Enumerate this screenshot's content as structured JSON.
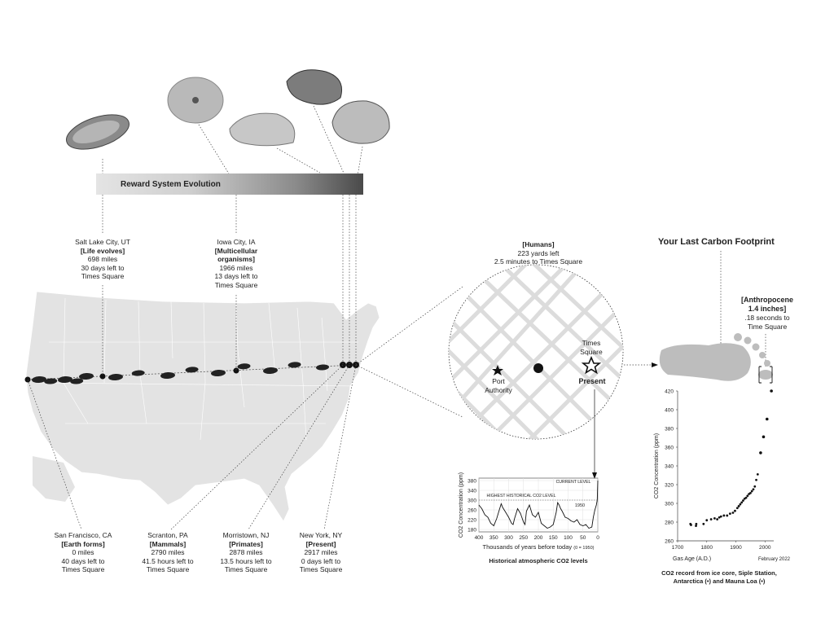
{
  "reward_bar": {
    "title": "Reward System Evolution"
  },
  "evolution_markers": [
    {
      "city": "Salt Lake City, UT",
      "stage": "[Life evolves]",
      "miles": "698 miles",
      "time": "30 days left to",
      "dest": "Times Square"
    },
    {
      "city": "Iowa City, IA",
      "stage": "[Multicellular organisms]",
      "miles": "1966 miles",
      "time": "13 days left to",
      "dest": "Times Square"
    },
    {
      "city": "San Francisco, CA",
      "stage": "[Earth forms]",
      "miles": "0 miles",
      "time": "40 days left to",
      "dest": "Times Square"
    },
    {
      "city": "Scranton, PA",
      "stage": "[Mammals]",
      "miles": "2790 miles",
      "time": "41.5 hours left to",
      "dest": "Times Square"
    },
    {
      "city": "Morristown, NJ",
      "stage": "[Primates]",
      "miles": "2878 miles",
      "time": "13.5 hours left to",
      "dest": "Times Square"
    },
    {
      "city": "New York, NY",
      "stage": "[Present]",
      "miles": "2917 miles",
      "time": "0 days left to",
      "dest": "Times Square"
    }
  ],
  "humans": {
    "stage": "[Humans]",
    "yards": "223 yards left",
    "time": "2.5 minutes to Times Square"
  },
  "zoom_map": {
    "port": "Port Authority",
    "times": "Times Square",
    "present": "Present"
  },
  "footprint": {
    "title": "Your Last Carbon Footprint",
    "stage": "[Anthropocene 1.4 inches]",
    "time": ".18 seconds to",
    "dest": "Time Square"
  },
  "chart_data": [
    {
      "type": "line",
      "title": "Historical atmospheric CO2 levels",
      "xlabel": "Thousands of years before today",
      "xlabel_note": "(0 = 1950)",
      "ylabel": "CO2 Concentration (ppm)",
      "xlim": [
        400,
        0
      ],
      "ylim": [
        170,
        390
      ],
      "x_ticks": [
        400,
        350,
        300,
        250,
        200,
        150,
        100,
        50,
        0
      ],
      "y_ticks": [
        180,
        220,
        260,
        300,
        340,
        380
      ],
      "annotations": [
        "CURRENT LEVEL",
        "HIGHEST HISTORICAL CO2 LEVEL",
        "1950"
      ],
      "series": [
        {
          "x": [
            400,
            390,
            380,
            370,
            360,
            350,
            340,
            330,
            325,
            320,
            310,
            300,
            290,
            285,
            280,
            270,
            260,
            250,
            245,
            240,
            230,
            220,
            210,
            200,
            190,
            180,
            170,
            160,
            150,
            140,
            135,
            130,
            125,
            120,
            110,
            100,
            90,
            80,
            70,
            60,
            50,
            40,
            30,
            20,
            15,
            10,
            5,
            2,
            0
          ],
          "y": [
            280,
            265,
            240,
            230,
            205,
            195,
            225,
            265,
            285,
            270,
            250,
            230,
            205,
            200,
            225,
            265,
            245,
            210,
            200,
            255,
            280,
            240,
            230,
            250,
            205,
            195,
            185,
            190,
            200,
            250,
            290,
            280,
            265,
            255,
            230,
            225,
            215,
            210,
            220,
            200,
            195,
            200,
            185,
            190,
            230,
            260,
            280,
            300,
            380
          ]
        }
      ]
    },
    {
      "type": "scatter",
      "title": "CO2 record from ice core, Siple Station, Antarctica (•) and Mauna Loa (•)",
      "xlabel": "Gas Age (A.D.)",
      "ylabel": "CO2 Concentration (ppm)",
      "note": "February 2022",
      "xlim": [
        1700,
        2030
      ],
      "ylim": [
        260,
        420
      ],
      "x_ticks": [
        1700,
        1800,
        1900,
        2000
      ],
      "y_ticks": [
        260,
        280,
        300,
        320,
        340,
        360,
        380,
        400,
        420
      ],
      "series": [
        {
          "x": [
            1744,
            1746,
            1763,
            1764,
            1789,
            1800,
            1815,
            1827,
            1836,
            1843,
            1849,
            1859,
            1870,
            1880,
            1890,
            1897,
            1905,
            1910,
            1915,
            1920,
            1925,
            1930,
            1935,
            1940,
            1945,
            1950,
            1955,
            1960,
            1965,
            1970,
            1975
          ],
          "y": [
            278,
            277,
            276,
            278,
            278,
            282,
            283,
            284,
            283,
            285,
            286,
            287,
            287,
            289,
            290,
            292,
            295,
            297,
            299,
            301,
            303,
            305,
            306,
            308,
            310,
            311,
            313,
            315,
            318,
            325,
            331
          ]
        },
        {
          "x": [
            1985,
            1995,
            2007,
            2022
          ],
          "y": [
            354,
            371,
            390,
            420
          ]
        }
      ]
    }
  ]
}
